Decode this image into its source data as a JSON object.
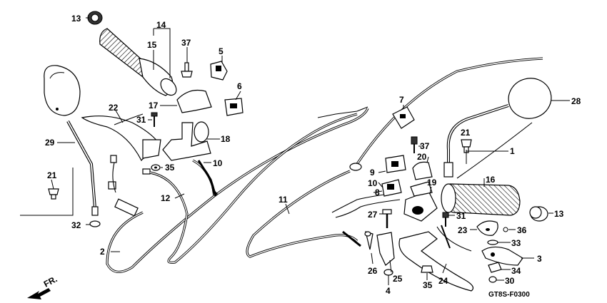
{
  "diagram_code": "GT8S-F0300",
  "direction_label": "FR.",
  "callouts": [
    {
      "id": "c1",
      "label": "1"
    },
    {
      "id": "c2",
      "label": "2"
    },
    {
      "id": "c3",
      "label": "3"
    },
    {
      "id": "c4",
      "label": "4"
    },
    {
      "id": "c5",
      "label": "5"
    },
    {
      "id": "c6",
      "label": "6"
    },
    {
      "id": "c7",
      "label": "7"
    },
    {
      "id": "c8",
      "label": "8"
    },
    {
      "id": "c9",
      "label": "9"
    },
    {
      "id": "c10a",
      "label": "10"
    },
    {
      "id": "c10b",
      "label": "10"
    },
    {
      "id": "c11",
      "label": "11"
    },
    {
      "id": "c12",
      "label": "12"
    },
    {
      "id": "c13a",
      "label": "13"
    },
    {
      "id": "c13b",
      "label": "13"
    },
    {
      "id": "c14",
      "label": "14"
    },
    {
      "id": "c15",
      "label": "15"
    },
    {
      "id": "c16",
      "label": "16"
    },
    {
      "id": "c17",
      "label": "17"
    },
    {
      "id": "c18",
      "label": "18"
    },
    {
      "id": "c19",
      "label": "19"
    },
    {
      "id": "c20",
      "label": "20"
    },
    {
      "id": "c21a",
      "label": "21"
    },
    {
      "id": "c21b",
      "label": "21"
    },
    {
      "id": "c22",
      "label": "22"
    },
    {
      "id": "c23",
      "label": "23"
    },
    {
      "id": "c24",
      "label": "24"
    },
    {
      "id": "c25",
      "label": "25"
    },
    {
      "id": "c26",
      "label": "26"
    },
    {
      "id": "c27",
      "label": "27"
    },
    {
      "id": "c28",
      "label": "28"
    },
    {
      "id": "c29",
      "label": "29"
    },
    {
      "id": "c30",
      "label": "30"
    },
    {
      "id": "c31a",
      "label": "31"
    },
    {
      "id": "c31b",
      "label": "31"
    },
    {
      "id": "c32",
      "label": "32"
    },
    {
      "id": "c33",
      "label": "33"
    },
    {
      "id": "c34",
      "label": "34"
    },
    {
      "id": "c35a",
      "label": "35"
    },
    {
      "id": "c35b",
      "label": "35"
    },
    {
      "id": "c36",
      "label": "36"
    },
    {
      "id": "c37a",
      "label": "37"
    },
    {
      "id": "c37b",
      "label": "37"
    }
  ]
}
